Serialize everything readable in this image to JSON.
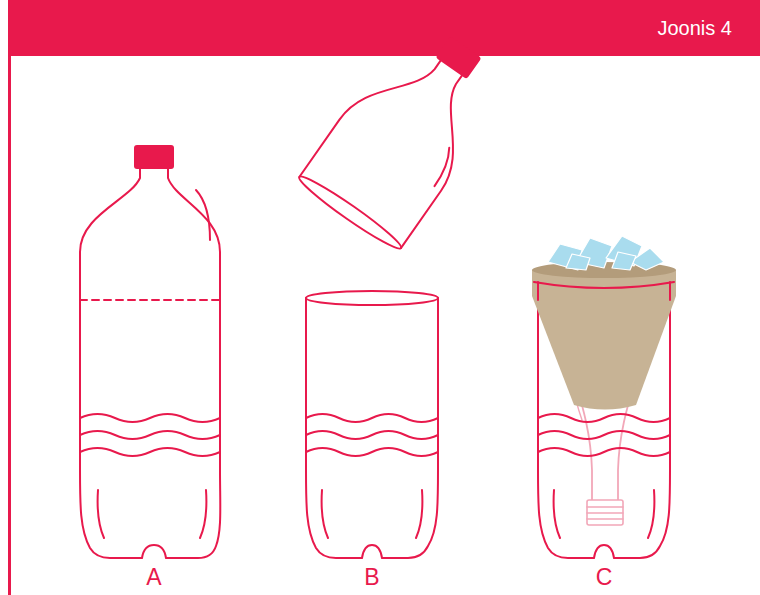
{
  "diagram": {
    "title": "Joonis 4",
    "labels": [
      "A",
      "B",
      "C"
    ]
  }
}
